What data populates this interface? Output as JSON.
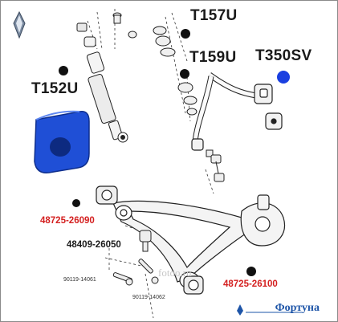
{
  "labels": {
    "t157u": "T157U",
    "t159u": "T159U",
    "t350sv": "T350SV",
    "t152u": "T152U",
    "p48725_26090": "48725-26090",
    "p48409_26050": "48409-26050",
    "p48725_26100": "48725-26100",
    "p90119_14061": "90119-14061",
    "p90119_14062": "90119-14062"
  },
  "brand": {
    "name": "Фортуна"
  },
  "watermark": {
    "text": "fotoo.ru"
  },
  "colors": {
    "marker_black": "#111111",
    "marker_blue": "#1a3fe0",
    "red_label": "#d42020",
    "bushing_blue": "#1f4fd6",
    "brand_blue": "#1e55a8"
  }
}
